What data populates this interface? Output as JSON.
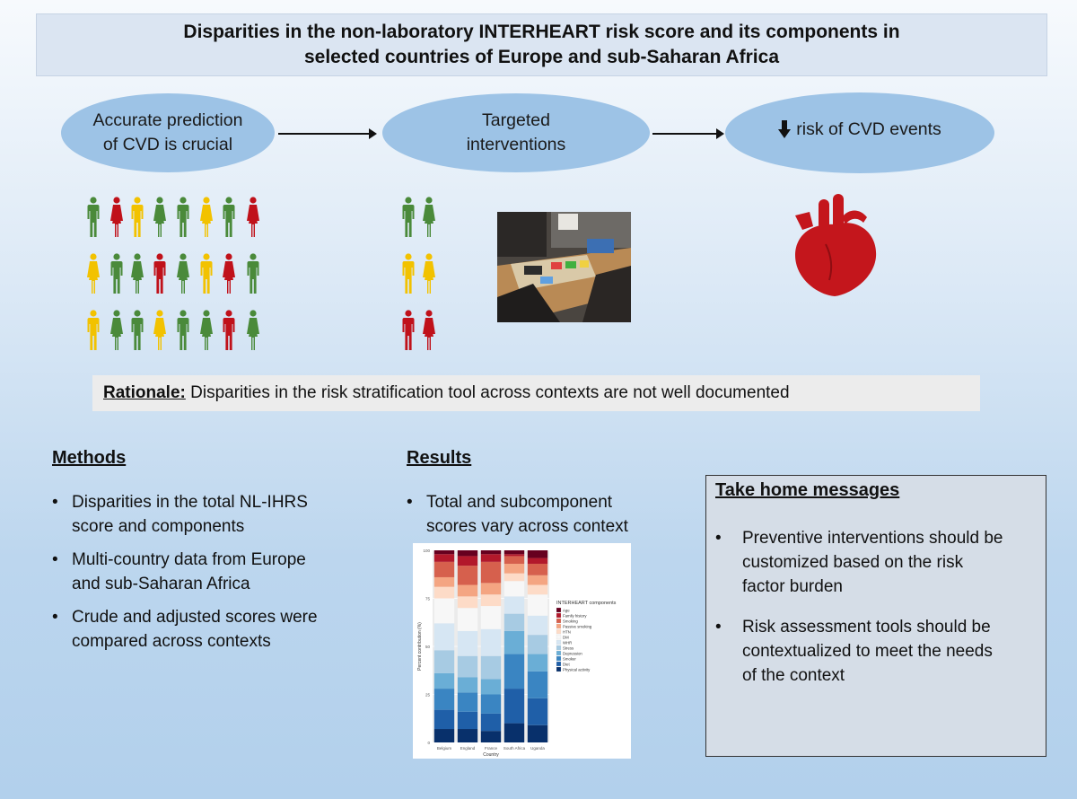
{
  "title": {
    "line1": "Disparities in the non-laboratory  INTERHEART  risk score and its components  in",
    "line2": "selected countries of Europe and sub-Saharan Africa"
  },
  "flow": {
    "step1": {
      "line1": "Accurate prediction",
      "line2": "of CVD is crucial"
    },
    "step2": {
      "line1": "Targeted",
      "line2": "interventions"
    },
    "step3": {
      "text": "risk of CVD events",
      "icon": "down-arrow-icon"
    }
  },
  "colors": {
    "green": "#4a8a3a",
    "red": "#c0111a",
    "yellow": "#f2c200",
    "ellipse": "#9dc3e6",
    "heart": "#c4161c"
  },
  "population": {
    "rows": [
      [
        "green",
        "red",
        "yellow",
        "green",
        "green",
        "yellow",
        "green",
        "red"
      ],
      [
        "yellow",
        "green",
        "green",
        "red",
        "green",
        "yellow",
        "red",
        "green"
      ],
      [
        "yellow",
        "green",
        "green",
        "yellow",
        "green",
        "green",
        "red",
        "green"
      ]
    ]
  },
  "targeted_groups": [
    "green",
    "yellow",
    "red"
  ],
  "rationale": {
    "label": "Rationale:",
    "text": "Disparities in the risk stratification tool across contexts are not well documented"
  },
  "methods": {
    "heading": "Methods",
    "items": [
      {
        "line1": "Disparities in the total NL-IHRS",
        "line2": "score and components"
      },
      {
        "line1": "Multi-country data from Europe",
        "line2": "and sub-Saharan Africa"
      },
      {
        "line1": "Crude and adjusted scores were",
        "line2": "compared across contexts"
      }
    ]
  },
  "results": {
    "heading": "Results",
    "items": [
      {
        "line1": "Total and subcomponent",
        "line2": "scores vary across context"
      }
    ]
  },
  "takehome": {
    "heading": "Take home messages",
    "items": [
      {
        "line1": "Preventive interventions should be",
        "line2": "customized based on the risk",
        "line3": "factor burden"
      },
      {
        "line1": "Risk assessment tools should be",
        "line2": "contextualized to meet the needs",
        "line3": "of the context"
      }
    ]
  },
  "chart_data": {
    "type": "bar",
    "stacked": true,
    "ylabel": "Percent contribution (%)",
    "xlabel": "Country",
    "ylim": [
      0,
      100
    ],
    "y_ticks": [
      "0",
      "25",
      "50",
      "75",
      "100"
    ],
    "categories": [
      "Belgium",
      "England",
      "France",
      "South Africa",
      "Uganda"
    ],
    "legend_title": "INTERHEART components",
    "legend_position": "right",
    "series": [
      {
        "name": "Physical activity",
        "color": "#08306b",
        "values": [
          7,
          7,
          6,
          10,
          9
        ]
      },
      {
        "name": "Diet",
        "color": "#1f5fa8",
        "values": [
          10,
          9,
          9,
          18,
          14
        ]
      },
      {
        "name": "Smoker",
        "color": "#3a85c2",
        "values": [
          11,
          10,
          10,
          18,
          14
        ]
      },
      {
        "name": "Depression",
        "color": "#6aaed6",
        "values": [
          8,
          8,
          8,
          12,
          9
        ]
      },
      {
        "name": "Stress",
        "color": "#a7cbe3",
        "values": [
          12,
          11,
          12,
          9,
          10
        ]
      },
      {
        "name": "WHR",
        "color": "#d6e6f3",
        "values": [
          14,
          13,
          14,
          9,
          10
        ]
      },
      {
        "name": "DM",
        "color": "#f7f7f7",
        "values": [
          13,
          12,
          12,
          8,
          11
        ]
      },
      {
        "name": "HTN",
        "color": "#fddbc7",
        "values": [
          6,
          6,
          6,
          4,
          5
        ]
      },
      {
        "name": "Passive smoking",
        "color": "#f4a582",
        "values": [
          5,
          6,
          6,
          5,
          5
        ]
      },
      {
        "name": "Smoking",
        "color": "#d6604d",
        "values": [
          8,
          10,
          11,
          4,
          6
        ]
      },
      {
        "name": "Family history",
        "color": "#b2182b",
        "values": [
          4,
          5,
          4,
          1,
          3
        ]
      },
      {
        "name": "Age",
        "color": "#67001f",
        "values": [
          2,
          3,
          2,
          2,
          4
        ]
      }
    ]
  }
}
